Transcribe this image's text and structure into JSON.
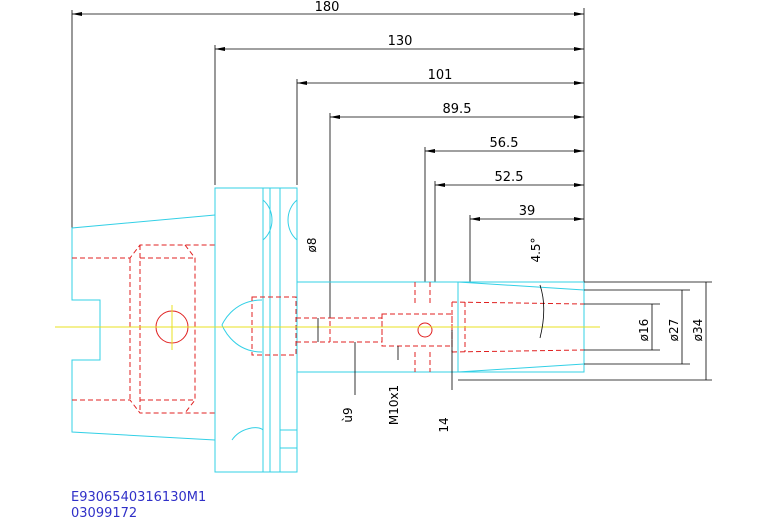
{
  "drawing": {
    "horizontal_dims": [
      "180",
      "130",
      "101",
      "89.5",
      "56.5",
      "52.5",
      "39"
    ],
    "diameter_labels": {
      "d8": "ø8",
      "d9": "ù9",
      "m10": "M10x1",
      "d14": "14",
      "d16": "ø16",
      "d27": "ø27",
      "d34": "ø34"
    },
    "angle_label": "4.5°",
    "part_code": "E9306540316130M1",
    "serial": "03099172"
  },
  "colors": {
    "outline": "#33d0e6",
    "hidden": "#e02020",
    "centerline": "#e8e020",
    "dimension": "#000000",
    "code_text": "#3030c8"
  }
}
